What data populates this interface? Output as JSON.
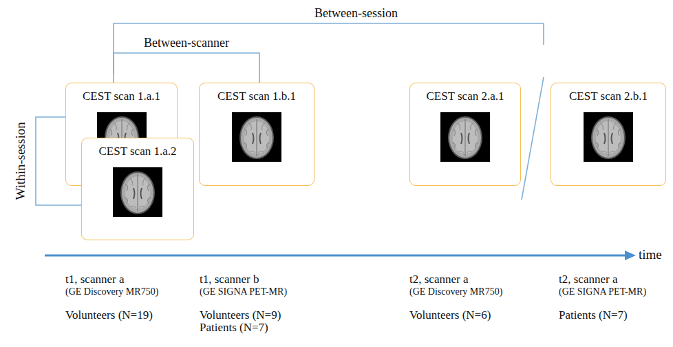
{
  "diagram": {
    "nodes": [
      {
        "text": [
          "CEST scan 1.a.1"
        ]
      },
      {
        "text": [
          "CEST scan 1.a.2"
        ]
      },
      {
        "text": [
          "CEST scan 1.b.1"
        ]
      },
      {
        "text": [
          "CEST scan 2.a.1"
        ]
      },
      {
        "text": [
          "CEST scan 2.b.1"
        ]
      }
    ],
    "edges": [
      {
        "from": 0,
        "to": 2,
        "label": "Between-scanner",
        "arrow": "none"
      },
      {
        "from": 0,
        "to": 1,
        "label": "Within-session",
        "arrow": "none"
      }
    ],
    "labels": [
      "Between-session",
      "t1, scanner a",
      "(GE Discovery MR750)",
      "Volunteers (N=19)",
      "t1, scanner b",
      "(GE SIGNA PET-MR)",
      "Volunteers (N=9)",
      "Patients (N=7)",
      "t2, scanner a",
      "(GE Discovery MR750)",
      "Volunteers (N=6)",
      "t2, scanner a",
      "(GE SIGNA PET-MR)",
      "Patients (N=7)",
      "time"
    ]
  }
}
